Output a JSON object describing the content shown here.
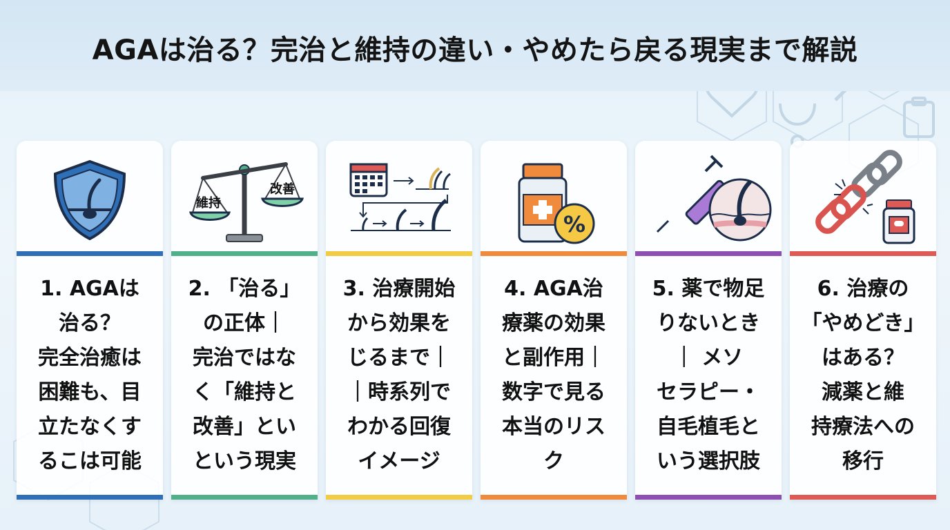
{
  "title": "AGAは治る？完治と維持の違い・やめたら戻る現実まで解説",
  "icon_labels": {
    "maintain": "維持",
    "improve": "改善"
  },
  "cards": [
    {
      "text": "1. AGAは\n治る？\n完全治癒は\n困難も、目\n立たなくす\nるこは可能",
      "accent": "#2f6fb8",
      "icon": "shield-hair-icon"
    },
    {
      "text": "2. 「治る」\nの正体｜\n完治ではな\nく「維持と\n改善」とい\nという現実",
      "accent": "#4fb08a",
      "icon": "balance-scale-icon"
    },
    {
      "text": "3. 治療開始\nから効果を\nじるまで｜\n｜時系列で\nわかる回復\nイメージ",
      "accent": "#f2cc45",
      "icon": "timeline-hair-icon"
    },
    {
      "text": "4. AGA治\n療薬の効果\nと副作用｜\n数字で見る\n本当のリス\nク",
      "accent": "#f08a3c",
      "icon": "medicine-bottle-icon"
    },
    {
      "text": "5. 薬で物足\nりないとき\n｜ メソ\nセラピー・\n自毛植毛と\nいう選択肢",
      "accent": "#8e4fb3",
      "icon": "syringe-hair-icon"
    },
    {
      "text": "6. 治療の\n「やめどき」\nはある？\n減薬と維\n持療法への\n移行",
      "accent": "#e05a55",
      "icon": "broken-chain-icon"
    }
  ]
}
